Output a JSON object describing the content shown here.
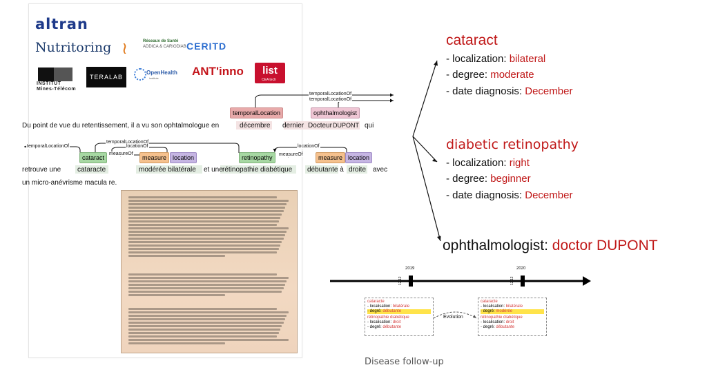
{
  "logos": {
    "altran": "altran",
    "nutritoring": "Nutritoring",
    "reseaux_line1": "Réseaux de Santé",
    "reseaux_line2": "ADDICA & CARIODIAB",
    "ceritd": "CERITD",
    "institut_line1": "INSTITUT",
    "institut_line2": "Mines-Télécom",
    "teralab": "TERALAB",
    "openhealth": "OpenHealth",
    "openhealth_sub": "institute",
    "antinno": "ANT'inno",
    "list": "list",
    "list_sub": "CEA tech"
  },
  "annotation": {
    "sentence1_words": [
      "Du point de vue du retentissement, il a vu son ophtalmologue en",
      "décembre",
      "dernier",
      "Docteur",
      "DUPONT",
      "qui"
    ],
    "sentence2_words": [
      "retrouve une",
      "cataracte",
      "modérée bilatérale",
      "et une",
      "rétinopathie diabétique",
      "débutante à",
      "droite",
      "avec"
    ],
    "sentence3": "un micro-anévrisme macula re.",
    "labels": {
      "temporalLocation": "temporalLocation",
      "ophthalmologist": "ophthalmologist",
      "cataract": "cataract",
      "measure": "measure",
      "location": "location",
      "retinopathy": "retinopathy"
    },
    "relations": {
      "temporalLocationOf": "temporalLocationOf",
      "locationOf": "locationOf",
      "measureOf": "measureOf"
    }
  },
  "findings": {
    "cataract": {
      "title": "cataract",
      "loc_label": "- localization: ",
      "loc_value": "bilateral",
      "deg_label": "- degree: ",
      "deg_value": "moderate",
      "date_label": "- date diagnosis: ",
      "date_value": "December"
    },
    "retinopathy": {
      "title": "diabetic retinopathy",
      "loc_label": "- localization: ",
      "loc_value": "right",
      "deg_label": "- degree: ",
      "deg_value": "beginner",
      "date_label": "- date diagnosis: ",
      "date_value": "December"
    },
    "ophthalmologist": {
      "label": "ophthalmologist: ",
      "value": "doctor DUPONT"
    }
  },
  "timeline": {
    "year1": "2019",
    "year2": "2020",
    "date1": "12/12",
    "date2": "12/12",
    "evolution": "Évolution",
    "box1": {
      "cat_title": "cataracte",
      "cat_loc": "- localisation: ",
      "cat_loc_val": "bilatérale",
      "cat_deg": "- degré: ",
      "cat_deg_val": "débutante",
      "ret_title": "rétinopathie diabétique",
      "ret_loc": "- localisation: ",
      "ret_loc_val": "droit",
      "ret_deg": "- degré: ",
      "ret_deg_val": "débutante"
    },
    "box2": {
      "cat_title": "cataracte",
      "cat_loc": "- localisation: ",
      "cat_loc_val": "bilatérale",
      "cat_deg": "- degré: ",
      "cat_deg_val": "modérée",
      "ret_title": "rétinopathie diabétique",
      "ret_loc": "- localisation: ",
      "ret_loc_val": "droit",
      "ret_deg": "- degré: ",
      "ret_deg_val": "débutante"
    }
  },
  "caption": "Disease follow-up"
}
